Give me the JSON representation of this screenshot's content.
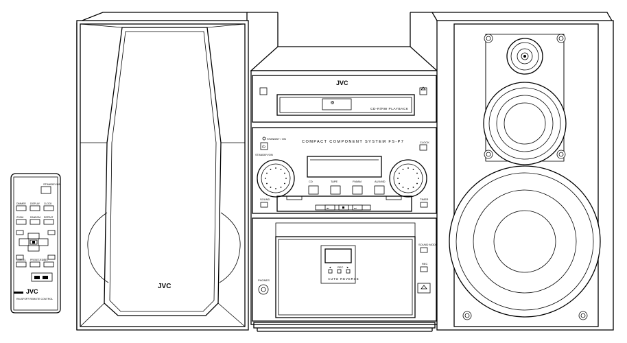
{
  "brand": {
    "speaker_left": "JVC",
    "cd_section": "JVC",
    "remote": "JVC"
  },
  "cd_section": {
    "playback_label": "CD-R/RW PLAYBACK"
  },
  "tuner_section": {
    "system_label": "COMPACT COMPONENT SYSTEM FS-P7",
    "standby_label": "STANDBY / ON",
    "clock_label": "CLOCK",
    "timer_label": "TIMER",
    "sound_label": "SOUND",
    "source_buttons": [
      "CD",
      "TAPE",
      "FM/AM",
      "AUX/MD"
    ]
  },
  "cassette_section": {
    "phones_label": "PHONES",
    "sound_mode_label": "SOUND MODE",
    "rec_button_label": "REC",
    "deck_controls": [
      "◄",
      "REC",
      "►"
    ],
    "auto_reverse_label": "AUTO REVERSE"
  },
  "remote": {
    "row1": [
      "DIMMER",
      "DISPLAY",
      "CLOCK"
    ],
    "row2": [
      "ZOOM",
      "RANDOM",
      "REPEAT"
    ],
    "row3": [
      "CANCEL",
      "PRESET/EDIT",
      "SET"
    ],
    "caption": "RM-SFSP7 REMOTE CONTROL"
  }
}
